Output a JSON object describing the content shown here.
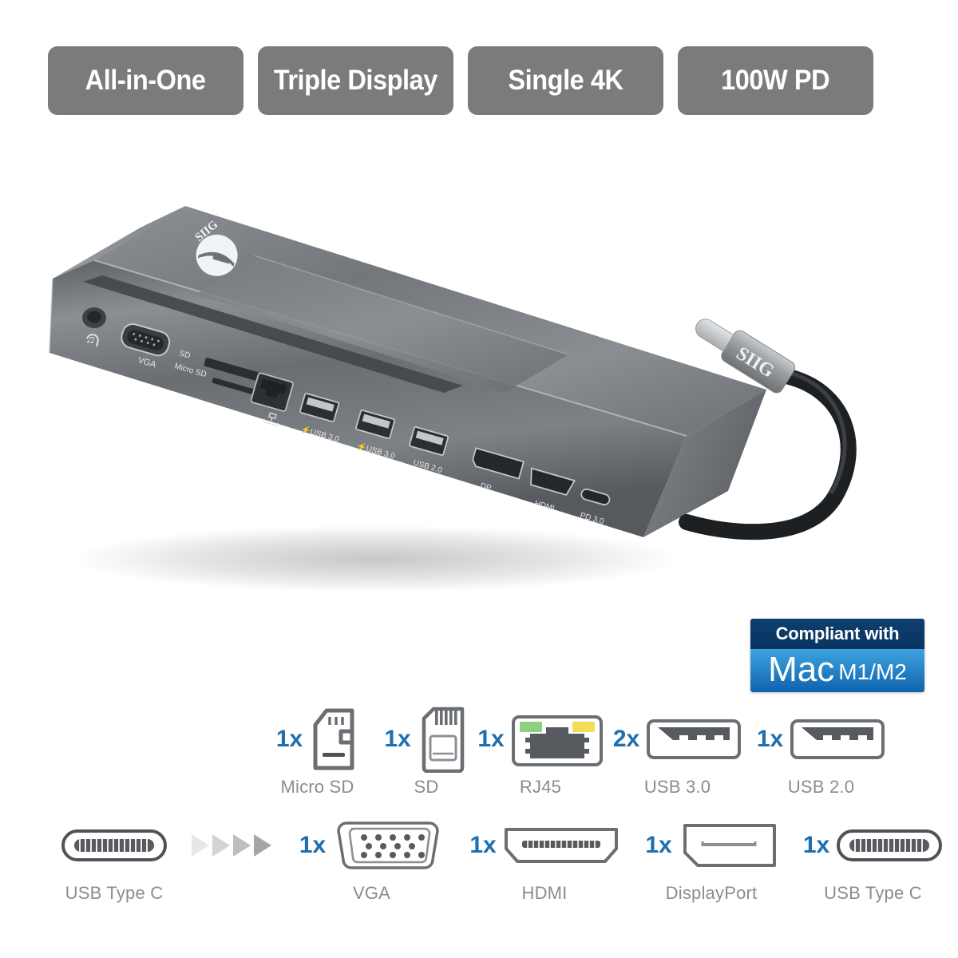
{
  "feature_badges": [
    {
      "label": "All-in-One"
    },
    {
      "label": "Triple Display"
    },
    {
      "label": "Single 4K"
    },
    {
      "label": "100W PD"
    }
  ],
  "badge_color": "#7b7b7b",
  "accent_blue": "#1d6fb0",
  "label_gray": "#8c8c8c",
  "product": {
    "brand": "SIIG",
    "cable_connector_brand": "SIIG",
    "body_color": "#6e7276",
    "port_labels": [
      {
        "name": "audio-jack",
        "text": ""
      },
      {
        "name": "vga",
        "text": "VGA"
      },
      {
        "name": "sd",
        "text": "SD"
      },
      {
        "name": "micro-sd",
        "text": "Micro SD"
      },
      {
        "name": "rj45",
        "text": ""
      },
      {
        "name": "usb3-1",
        "text": "USB 3.0"
      },
      {
        "name": "usb3-2",
        "text": "USB 3.0"
      },
      {
        "name": "usb2",
        "text": "USB 2.0"
      },
      {
        "name": "dp",
        "text": "DP"
      },
      {
        "name": "hdmi",
        "text": "HDMI"
      },
      {
        "name": "pd",
        "text": "PD 3.0"
      }
    ]
  },
  "mac_badge": {
    "top_text": "Compliant with",
    "mac_text": "Mac",
    "model_text": "M1/M2",
    "top_color": "#0b3a66",
    "bottom_color": "#1a78c2"
  },
  "legend_row_1": [
    {
      "qty": "1x",
      "label": "Micro SD",
      "icon": "microsd-icon"
    },
    {
      "qty": "1x",
      "label": "SD",
      "icon": "sd-card-icon"
    },
    {
      "qty": "1x",
      "label": "RJ45",
      "icon": "rj45-icon"
    },
    {
      "qty": "2x",
      "label": "USB 3.0",
      "icon": "usb-a-icon"
    },
    {
      "qty": "1x",
      "label": "USB 2.0",
      "icon": "usb-a-icon"
    }
  ],
  "legend_row_2": [
    {
      "qty": "",
      "label": "USB Type C",
      "icon": "usb-c-icon"
    },
    {
      "qty": "1x",
      "label": "VGA",
      "icon": "vga-icon"
    },
    {
      "qty": "1x",
      "label": "HDMI",
      "icon": "hdmi-icon"
    },
    {
      "qty": "1x",
      "label": "DisplayPort",
      "icon": "displayport-icon"
    },
    {
      "qty": "1x",
      "label": "USB Type C",
      "icon": "usb-c-icon"
    }
  ]
}
